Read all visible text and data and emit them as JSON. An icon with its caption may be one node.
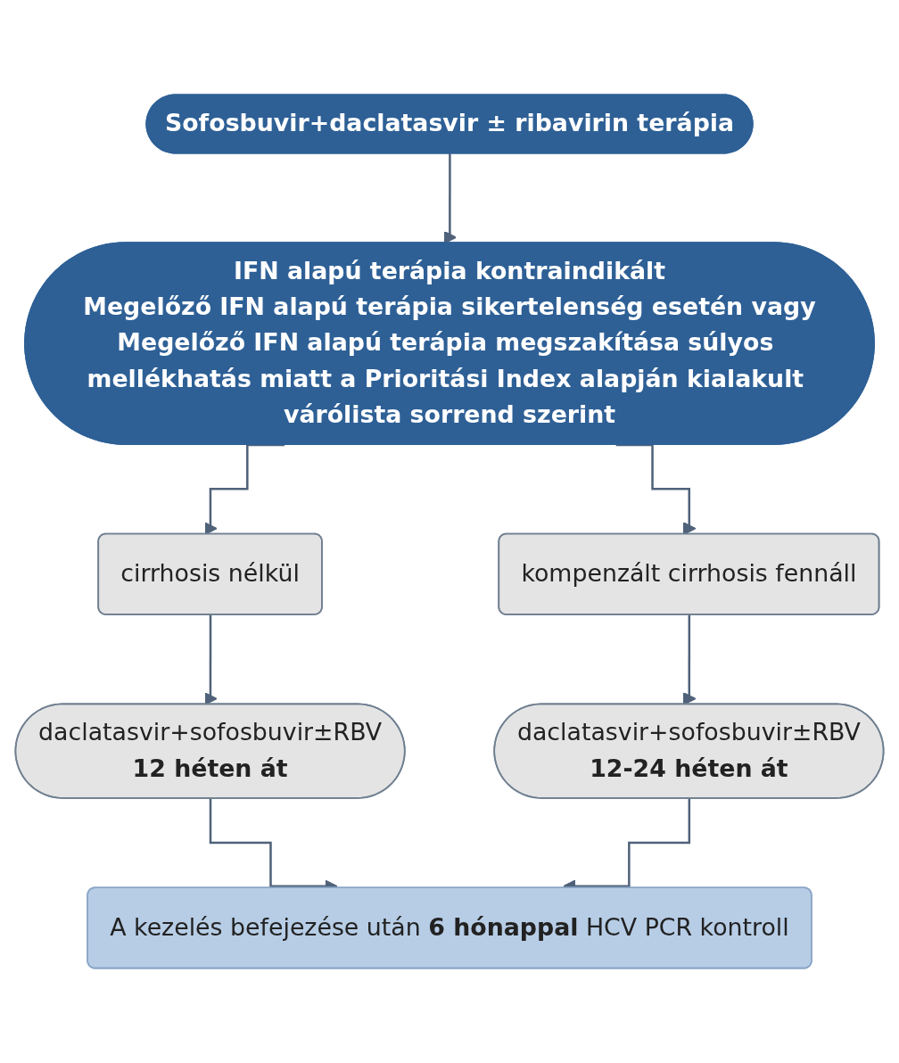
{
  "diagram": {
    "nodes": [
      {
        "text": [
          "Sofosbuvir+daclatasvir ± ribavirin terápia"
        ]
      },
      {
        "text": [
          "IFN alapú terápia kontraindikált",
          "Megelőző IFN alapú terápia sikertelenség esetén vagy",
          "Megelőző IFN alapú terápia megszakítása súlyos mellékhatás miatt a Prioritási Index alapján kialakult várólista sorrend szerint"
        ]
      },
      {
        "text": [
          "cirrhosis nélkül"
        ]
      },
      {
        "text": [
          "kompenzált cirrhosis fennáll"
        ]
      },
      {
        "text": [
          "daclatasvir+sofosbuvir±RBV",
          "**12 héten át**"
        ]
      },
      {
        "text": [
          "daclatasvir+sofosbuvir±RBV",
          "**12-24 héten át**"
        ]
      },
      {
        "text": [
          "A kezelés befejezése után **6 hónappal** HCV PCR kontroll"
        ]
      }
    ],
    "edges": [
      {
        "from": 0,
        "to": 1,
        "arrow": "to"
      },
      {
        "from": 1,
        "to": 2,
        "arrow": "to"
      },
      {
        "from": 1,
        "to": 3,
        "arrow": "to"
      },
      {
        "from": 2,
        "to": 4,
        "arrow": "to"
      },
      {
        "from": 3,
        "to": 5,
        "arrow": "to"
      },
      {
        "from": 4,
        "to": 6,
        "arrow": "to"
      },
      {
        "from": 5,
        "to": 6,
        "arrow": "to"
      }
    ]
  }
}
